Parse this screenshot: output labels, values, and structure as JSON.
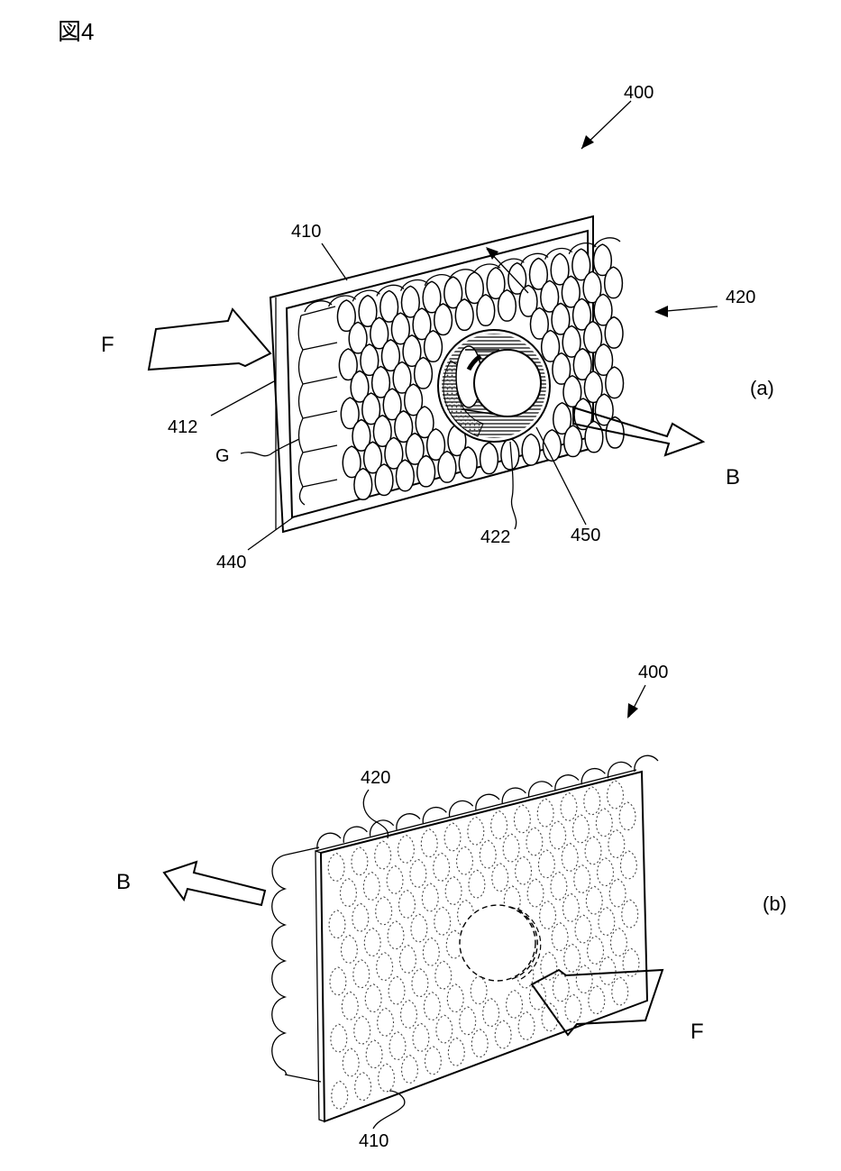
{
  "figure_title": "図4",
  "colors": {
    "ink": "#000000",
    "paper": "#ffffff",
    "hatch": "#222222"
  },
  "panel_a": {
    "tag": "(a)",
    "labels": {
      "l400": "400",
      "l410": "410",
      "l412": "412",
      "l420": "420",
      "l422": "422",
      "l440": "440",
      "l450": "450",
      "lG": "G",
      "lF": "F",
      "lB": "B"
    },
    "honeycomb": {
      "rows": 8,
      "cols": 13
    }
  },
  "panel_b": {
    "tag": "(b)",
    "labels": {
      "l400": "400",
      "l410": "410",
      "l420": "420",
      "lF": "F",
      "lB": "B"
    },
    "honeycomb": {
      "rows": 9,
      "cols": 13
    }
  }
}
